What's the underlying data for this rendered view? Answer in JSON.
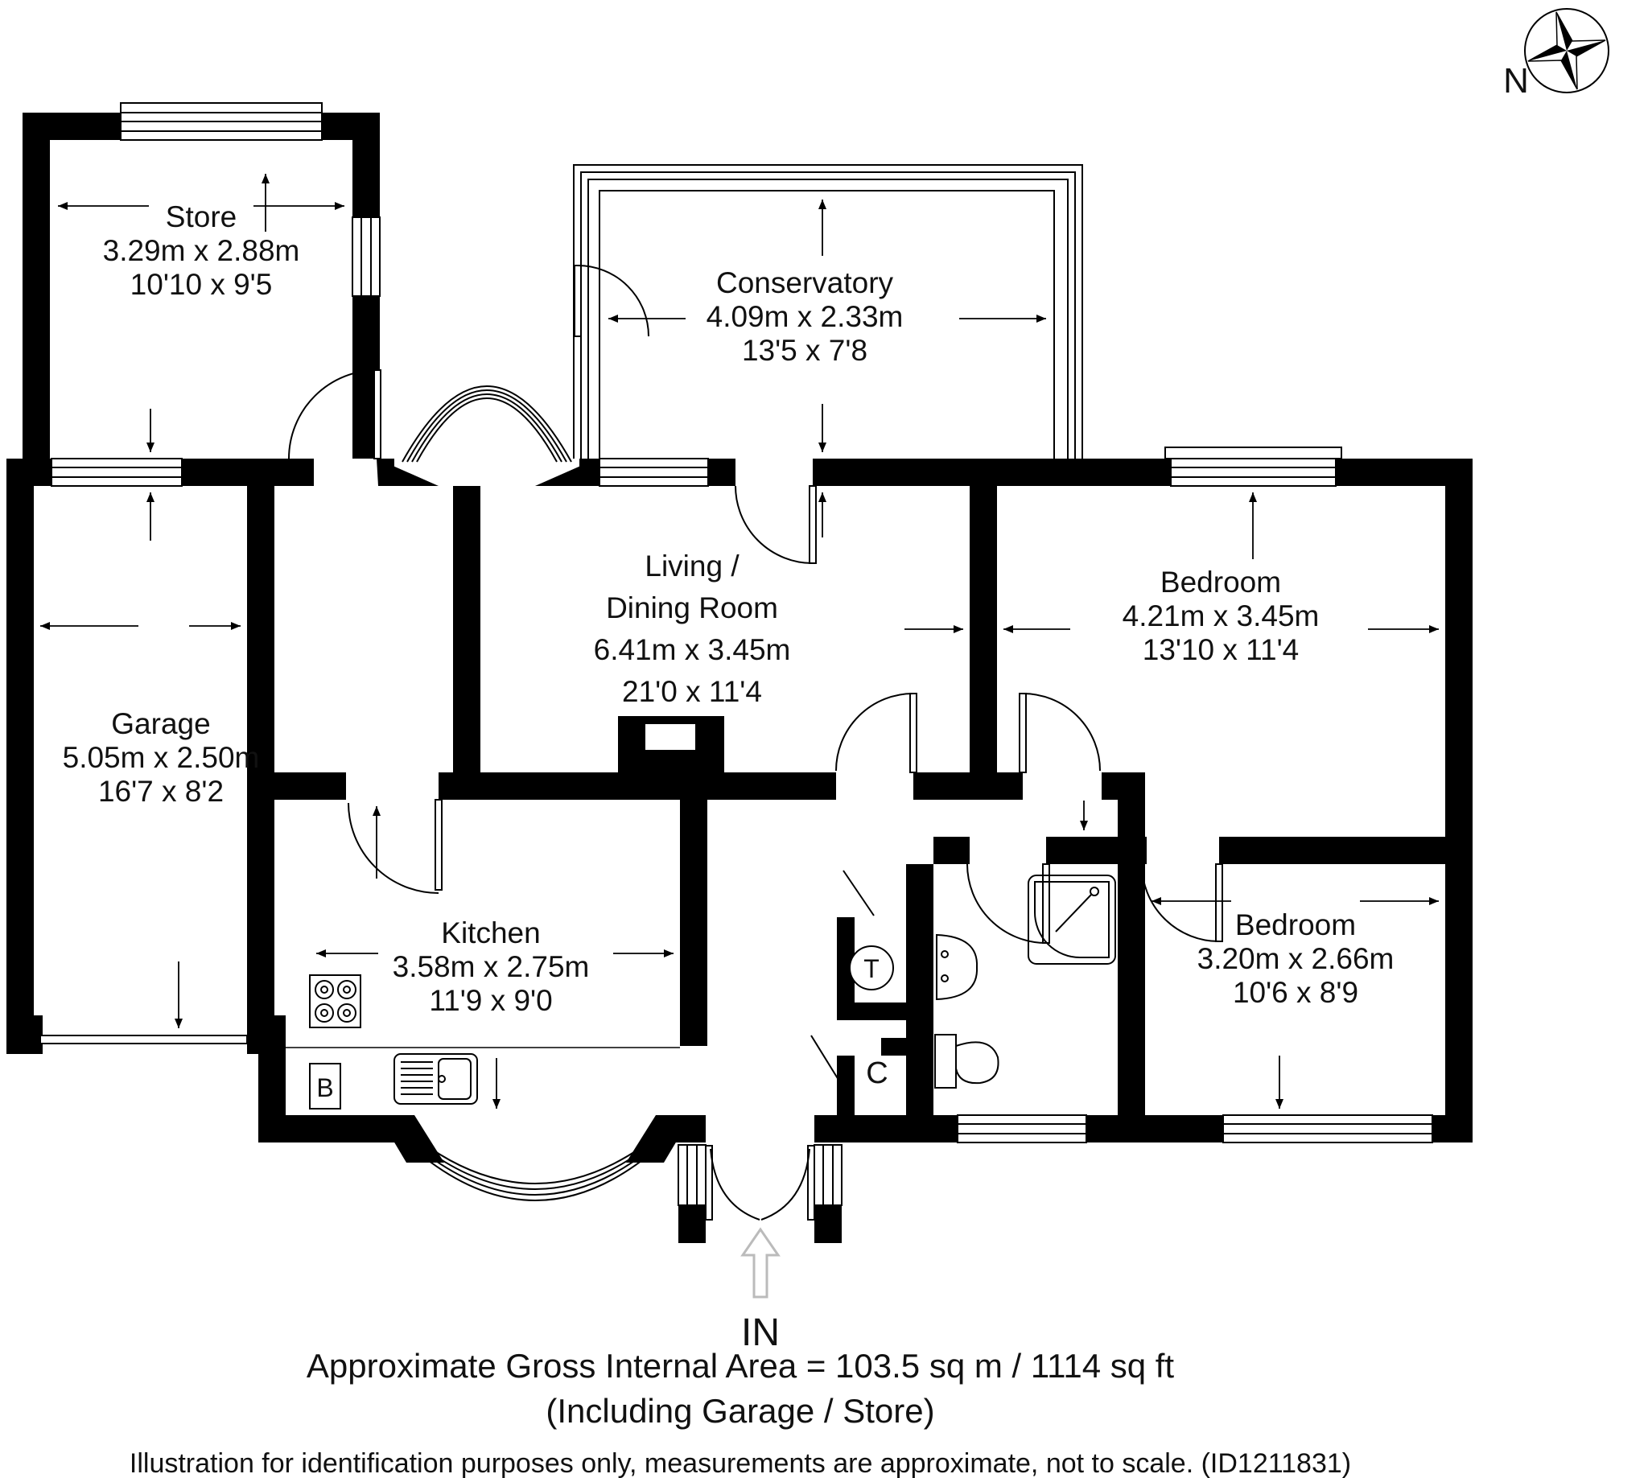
{
  "plan": {
    "compass_label": "N",
    "entrance_label": "IN",
    "rooms": [
      {
        "id": "store",
        "name": "Store",
        "metric": "3.29m x 2.88m",
        "imperial": "10'10 x 9'5"
      },
      {
        "id": "garage",
        "name": "Garage",
        "metric": "5.05m x 2.50m",
        "imperial": "16'7 x 8'2"
      },
      {
        "id": "conservatory",
        "name": "Conservatory",
        "metric": "4.09m x 2.33m",
        "imperial": "13'5 x 7'8"
      },
      {
        "id": "living-dining",
        "name_line1": "Living /",
        "name_line2": "Dining Room",
        "metric": "6.41m x 3.45m",
        "imperial": "21'0 x 11'4"
      },
      {
        "id": "bedroom-1",
        "name": "Bedroom",
        "metric": "4.21m x 3.45m",
        "imperial": "13'10 x 11'4"
      },
      {
        "id": "bedroom-2",
        "name": "Bedroom",
        "metric": "3.20m x 2.66m",
        "imperial": "10'6 x 8'9"
      },
      {
        "id": "kitchen",
        "name": "Kitchen",
        "metric": "3.58m x 2.75m",
        "imperial": "11'9 x 9'0"
      }
    ],
    "closets": {
      "tank": "T",
      "cupboard": "C",
      "boiler": "B"
    },
    "footer": {
      "area_line": "Approximate Gross Internal Area = 103.5 sq m / 1114 sq ft",
      "including_line": "(Including Garage / Store)",
      "disclaimer": "Illustration for identification purposes only, measurements are approximate, not to scale. (ID1211831)"
    },
    "colors": {
      "wall": "#000000",
      "background": "#ffffff",
      "entrance_arrow": "#bbbbbb"
    }
  }
}
